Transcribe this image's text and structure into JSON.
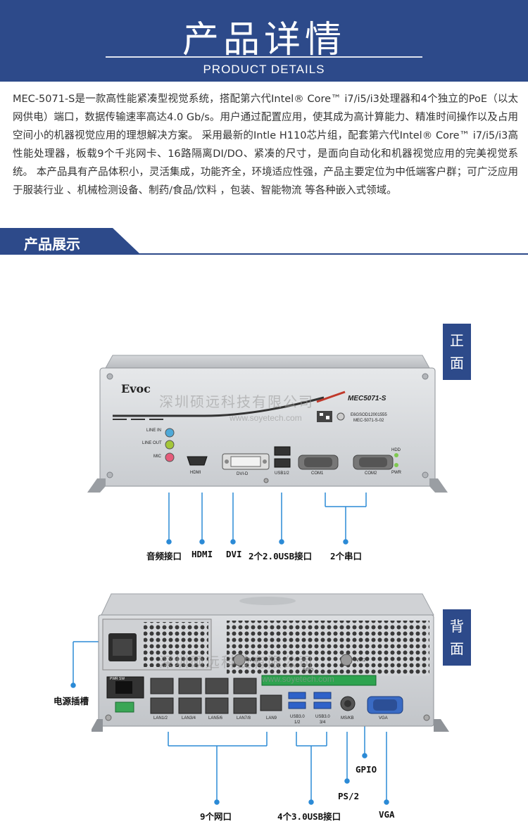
{
  "header": {
    "title": "产品详情",
    "subtitle": "PRODUCT  DETAILS"
  },
  "description": "MEC-5071-S是一款高性能紧凑型视觉系统，搭配第六代Intel® Core™ i7/i5/i3处理器和4个独立的PoE（以太网供电）端口，数据传输速率高达4.0 Gb/s。用户通过配置应用，使其成为高计算能力、精准时间操作以及占用空间小的机器视觉应用的理想解决方案。 采用最新的Intle H110芯片组，配套第六代Intel® Core™ i7/i5/i3高性能处理器，板载9个千兆网卡、16路隔离DI/DO、紧凑的尺寸，是面向自动化和机器视觉应用的完美视觉系统。 本产品具有产品体积小，灵活集成，功能齐全，环境适应性强，产品主要定位为中低端客户群；可广泛应用于服装行业 、机械检测设备、制药/食品/饮料 ，包装、智能物流 等各种嵌入式领域。",
  "section": {
    "title": "产品展示"
  },
  "front": {
    "tag_line1": "正",
    "tag_line2": "面",
    "brand": "Evoc",
    "model": "MEC5071-S",
    "serial": "E6GSOD12001555",
    "model_small": "MEC-5071-S-02",
    "port_labels": {
      "line_in": "LINE IN",
      "line_out": "LINE OUT",
      "mic": "MIC",
      "hdmi": "HDMI",
      "dvi": "DVI-D",
      "usb": "USB1/2",
      "com1": "COM1",
      "com2": "COM2",
      "hdd": "HDD",
      "pwr": "PWR"
    },
    "callouts": {
      "audio": "音频接口",
      "hdmi": "HDMI",
      "dvi": "DVI",
      "usb2": "2个2.0USB接口",
      "serial": "2个串口"
    }
  },
  "back": {
    "tag_line1": "背",
    "tag_line2": "面",
    "port_labels": {
      "pwr_sw": "PWR SW",
      "ant1": "ANT1",
      "ant2": "ANT2",
      "gpio": "GPIO",
      "lan12": "LAN1/2",
      "lan34": "LAN3/4",
      "lan56": "LAN5/6",
      "lan78": "LAN7/8",
      "lan9": "LAN9",
      "usb3a": "USB3.0",
      "usb3a_sub": "1/2",
      "usb3b": "USB3.0",
      "usb3b_sub": "3/4",
      "mskb": "MS/KB",
      "vga": "VGA"
    },
    "callouts": {
      "power": "电源插槽",
      "gpio": "GPIO",
      "ps2": "PS/2",
      "lan": "9个网口",
      "usb3": "4个3.0USB接口",
      "vga": "VGA"
    }
  },
  "watermark": {
    "cn": "深圳硕远科技有限公司",
    "url": "www.soyetech.com"
  },
  "colors": {
    "brand_blue": "#2d4a8a",
    "callout_blue": "#2b8ad6"
  }
}
